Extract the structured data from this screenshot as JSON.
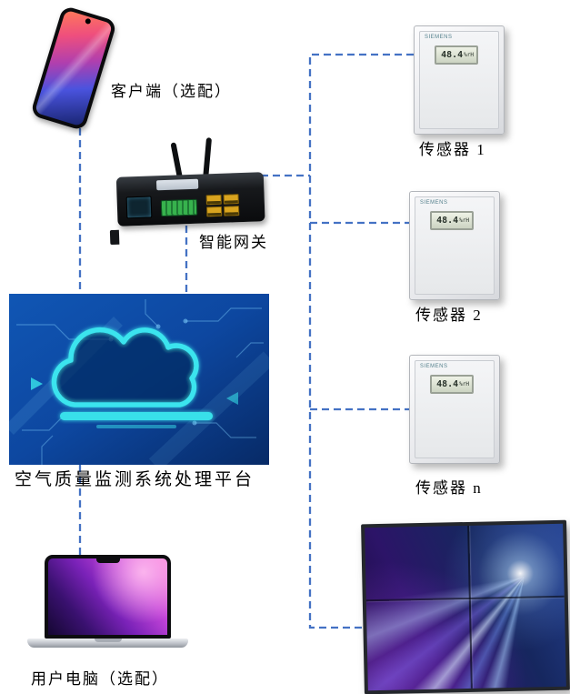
{
  "colors": {
    "connector": "#4472C4"
  },
  "nodes": {
    "client": {
      "label": "客户端（选配）"
    },
    "gateway": {
      "label": "智能网关"
    },
    "platform": {
      "label": "空气质量监测系统处理平台"
    },
    "computer": {
      "label": "用户电脑（选配）"
    },
    "sensors": [
      {
        "label": "传感器 1",
        "brand": "SIEMENS",
        "lcd_value": "48.4",
        "lcd_unit": "%rH"
      },
      {
        "label": "传感器 2",
        "brand": "SIEMENS",
        "lcd_value": "48.4",
        "lcd_unit": "%rH"
      },
      {
        "label": "传感器 n",
        "brand": "SIEMENS",
        "lcd_value": "48.4",
        "lcd_unit": "%rH"
      }
    ]
  }
}
